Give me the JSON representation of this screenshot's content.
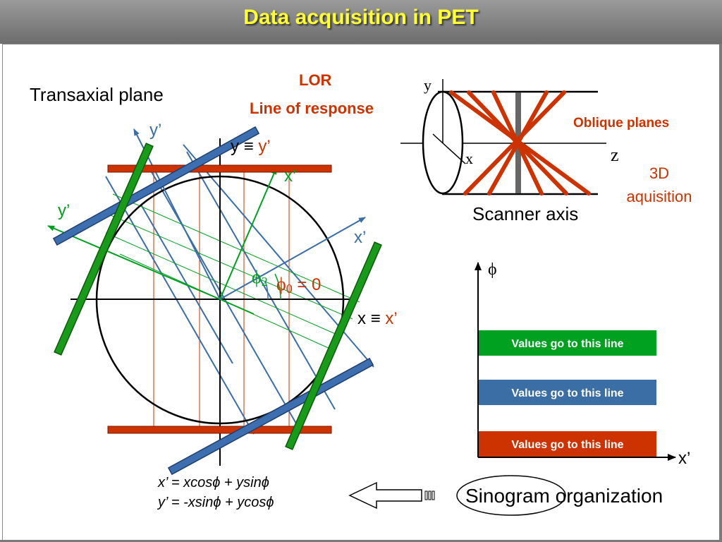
{
  "title": "Data acquisition in PET",
  "labels": {
    "transaxial_plane": "Transaxial plane",
    "lor": "LOR",
    "line_of_response": "Line of response",
    "y_prime_top": "y’",
    "y_prime_left": "y’",
    "y_equiv": "y ≡ ",
    "y_equiv_prime": "y’",
    "x_prime_green": "x’",
    "x_prime_blue": "x’",
    "phi2": "ϕ",
    "phi2_sub": "2",
    "phi1_eq": "ϕ",
    "phi1_sub": "0",
    "equals_zero": " = 0",
    "x_equiv": "x ≡ ",
    "x_equiv_prime": "x’",
    "eq1": "x’ = xcosϕ + ysinϕ",
    "eq2": "y’ = -xsinϕ + ycosϕ"
  },
  "scanner": {
    "y_label": "y",
    "x_label": "x",
    "z_label": "z",
    "oblique_planes": "Oblique planes",
    "three_d": "3D",
    "aquisition": "aquisition",
    "scanner_axis": "Scanner axis"
  },
  "sinogram": {
    "phi_label": "ϕ",
    "x_prime_label": "x’",
    "band_green": "Values go to this line",
    "band_blue": "Values go to this line",
    "band_red": "Values go to this line",
    "sinogram_word": "Sinogram",
    "organization_word": " organization"
  },
  "colors": {
    "title": "#ffff33",
    "red": "#cc3300",
    "green": "#00a020",
    "blue": "#3a6ea5",
    "detector_blue": "#3d6fb0",
    "detector_green": "#1a9a1a"
  }
}
